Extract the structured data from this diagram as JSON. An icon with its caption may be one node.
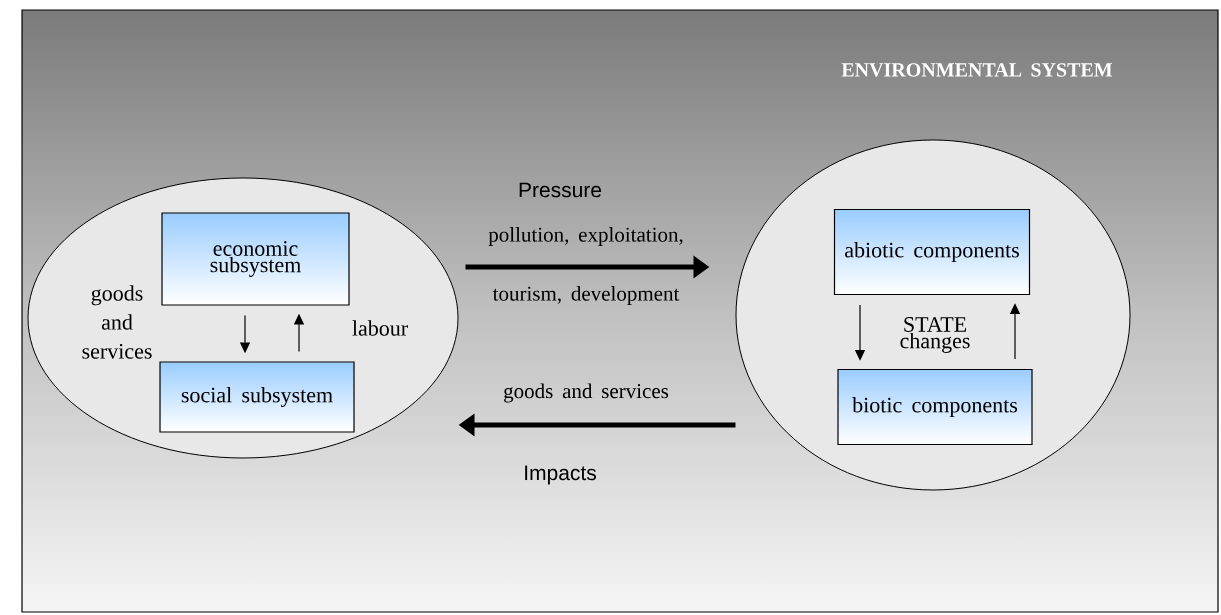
{
  "diagram": {
    "nodes": [
      {
        "text": [],
        "shape": "circle"
      },
      {
        "text": [
          "economic subsystem"
        ],
        "in": 0
      },
      {
        "text": [
          "social subsystem"
        ],
        "in": 0
      },
      {
        "text": [],
        "shape": "circle"
      },
      {
        "text": [
          "abiotic components"
        ],
        "in": 3
      },
      {
        "text": [
          "biotic components"
        ],
        "in": 3
      }
    ],
    "edges": [
      {
        "from": 1,
        "to": 2,
        "arrow": "to",
        "label": "goods and services"
      },
      {
        "from": 2,
        "to": 1,
        "arrow": "to",
        "label": "labour"
      },
      {
        "from": 0,
        "to": 3,
        "arrow": "to",
        "style": "thick",
        "label": "pollution, exploitation, tourism, development"
      },
      {
        "from": 3,
        "to": 0,
        "arrow": "to",
        "style": "thick",
        "label": "goods and services"
      },
      {
        "from": 4,
        "to": 5,
        "arrow": "to"
      },
      {
        "from": 5,
        "to": 4,
        "arrow": "to"
      }
    ],
    "labels": [
      "ENVIRONMENTAL SYSTEM",
      "Pressure",
      "STATE changes",
      "Impacts"
    ]
  }
}
